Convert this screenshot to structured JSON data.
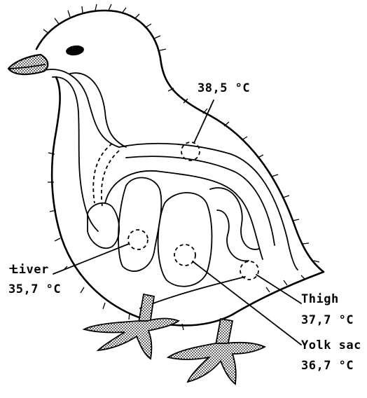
{
  "labels": {
    "top_temp": "38,5 °C",
    "liver_name": "Liver",
    "liver_temp": "35,7 °C",
    "thigh_name": "Thigh",
    "thigh_temp": "37,7 °C",
    "yolk_name": "Yolk sac",
    "yolk_temp": "36,7 °C"
  }
}
